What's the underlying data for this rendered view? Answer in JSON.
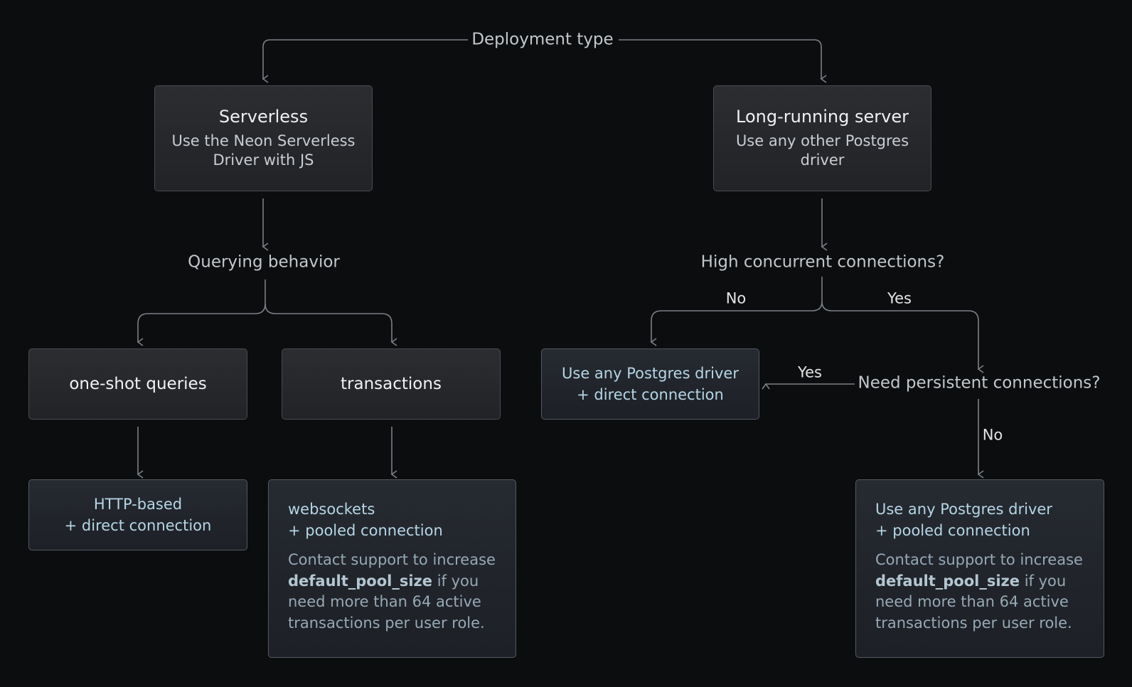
{
  "root": {
    "label": "Deployment type"
  },
  "serverless": {
    "title": "Serverless",
    "desc_line1": "Use the Neon Serverless",
    "desc_line2": "Driver with JS"
  },
  "longrunning": {
    "title": "Long-running server",
    "desc_line1": "Use any other Postgres",
    "desc_line2": "driver"
  },
  "querying": {
    "label": "Querying behavior"
  },
  "concurrent": {
    "label": "High concurrent connections?",
    "no_label": "No",
    "yes_label": "Yes"
  },
  "oneshot": {
    "label": "one-shot queries"
  },
  "transactions": {
    "label": "transactions"
  },
  "persistent": {
    "label": "Need persistent connections?",
    "yes_label": "Yes",
    "no_label": "No"
  },
  "direct_leaf": {
    "line1": "Use any Postgres driver",
    "line2": "+ direct connection"
  },
  "http_leaf": {
    "line1": "HTTP-based",
    "line2": "+ direct connection"
  },
  "ws_leaf": {
    "line1": "websockets",
    "line2": "+ pooled connection",
    "note_pre": "Contact support to increase",
    "note_bold": "default_pool_size",
    "note_mid": " if you",
    "note_line3": "need more than 64 active",
    "note_line4": "transactions per user role."
  },
  "pooled_leaf": {
    "line1": "Use any Postgres driver",
    "line2": "+ pooled connection",
    "note_pre": "Contact support to increase",
    "note_bold": "default_pool_size",
    "note_mid": " if you",
    "note_line3": "need more than 64 active",
    "note_line4": "transactions per user role."
  },
  "colors": {
    "line": "#7b8087",
    "background": "#0c0d0e"
  }
}
